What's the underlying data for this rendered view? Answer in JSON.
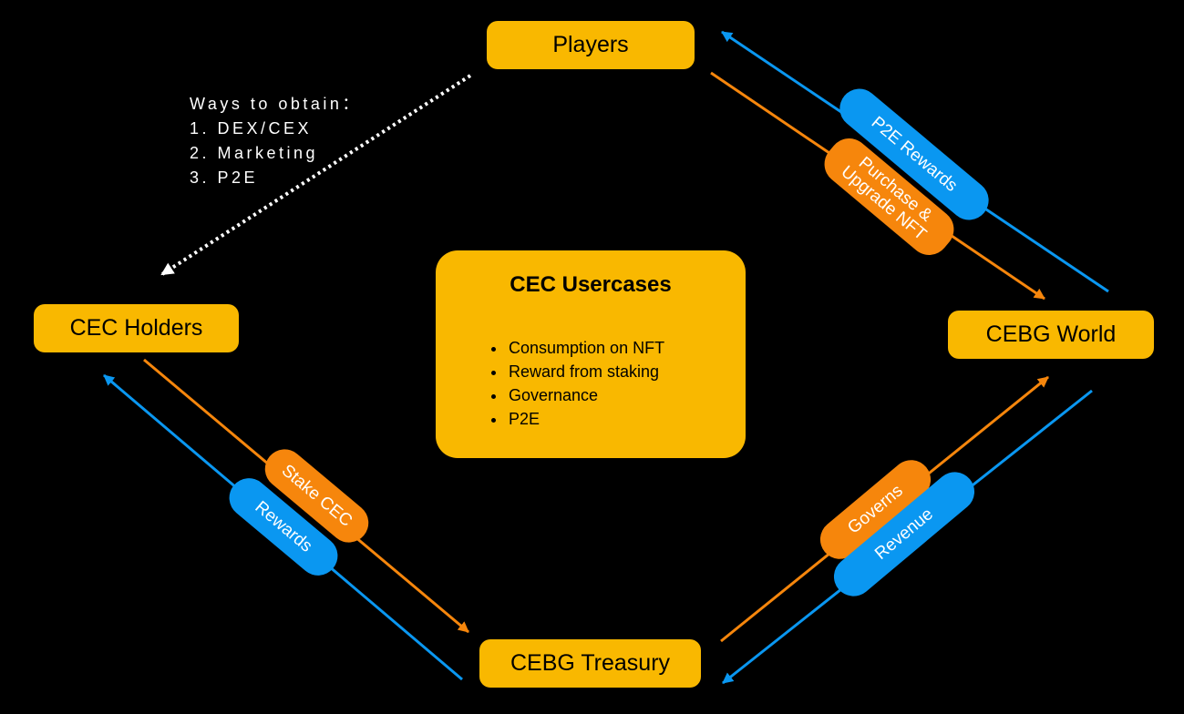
{
  "nodes": {
    "players": "Players",
    "cec_holders": "CEC Holders",
    "cebg_world": "CEBG World",
    "cebg_treasury": "CEBG Treasury"
  },
  "usecases": {
    "title": "CEC Usercases",
    "items": [
      "Consumption on NFT",
      "Reward from staking",
      "Governance",
      "P2E"
    ]
  },
  "ways_to_obtain": {
    "heading": "Ways to obtain：",
    "items": [
      "1. DEX/CEX",
      "2. Marketing",
      "3. P2E"
    ]
  },
  "flows": {
    "p2e_rewards": "P2E Rewards",
    "purchase_line1": "Purchase &",
    "purchase_line2": "Upgrade NFT",
    "stake_cec": "Stake CEC",
    "rewards": "Rewards",
    "governs": "Governs",
    "revenue": "Revenue"
  },
  "colors": {
    "background": "#000000",
    "node": "#f9b800",
    "blue": "#0a97f1",
    "orange": "#f6860c"
  }
}
